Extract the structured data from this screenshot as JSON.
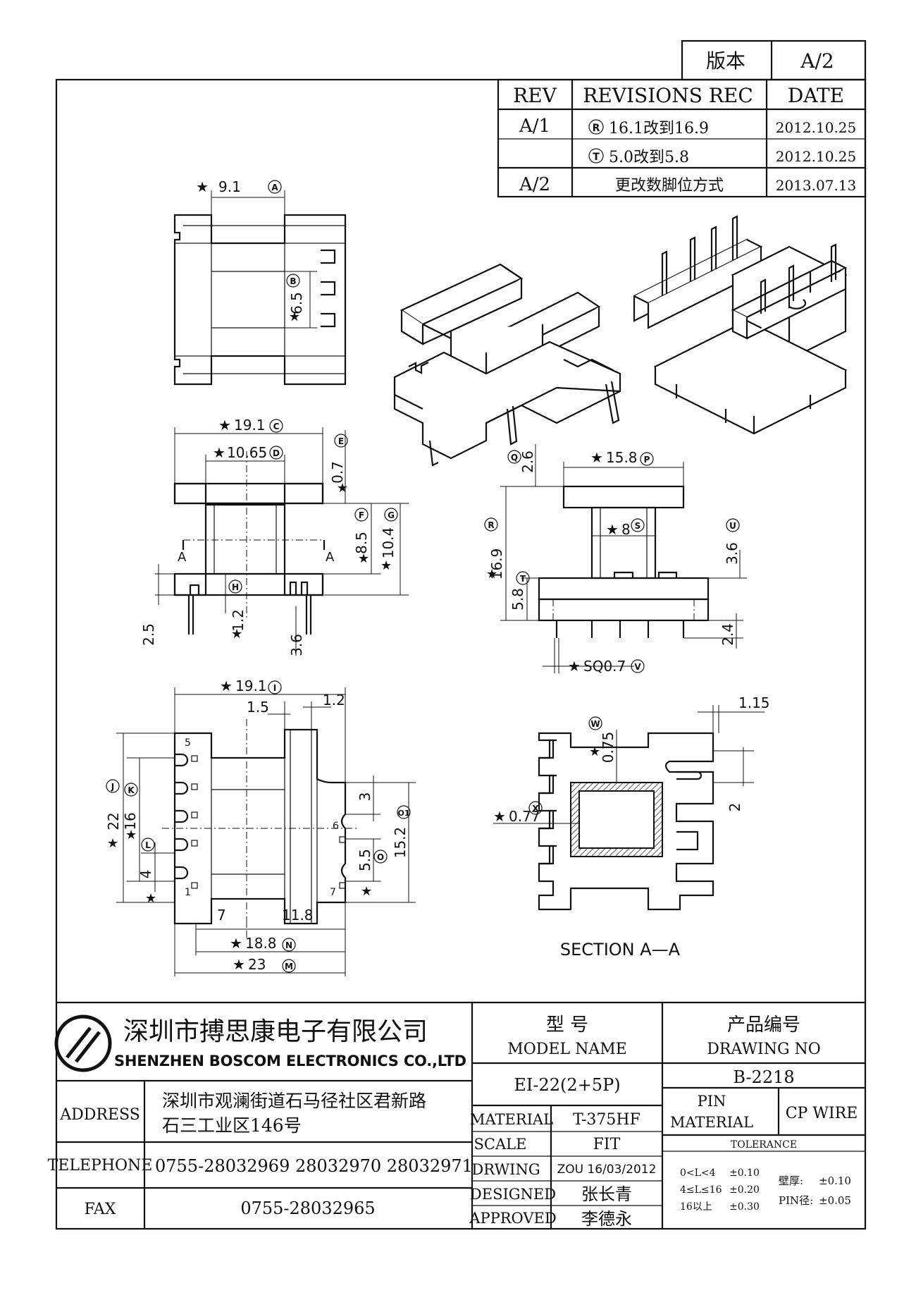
{
  "version_box": {
    "label": "版本",
    "value": "A/2"
  },
  "revisions": {
    "headers": [
      "REV",
      "REVISIONS REC",
      "DATE"
    ],
    "rows": [
      {
        "rev": "A/1",
        "symbol": "R",
        "text": "16.1改到16.9",
        "date": "2012.10.25"
      },
      {
        "rev": "",
        "symbol": "T",
        "text": "5.0改到5.8",
        "date": "2012.10.25"
      },
      {
        "rev": "A/2",
        "symbol": "",
        "text": "更改数脚位方式",
        "date": "2013.07.13"
      }
    ]
  },
  "dimensions": {
    "top_view": {
      "width": "9.1",
      "width_tag": "A",
      "slot": "6.5",
      "slot_tag": "B"
    },
    "front_view": {
      "flange": "19.1",
      "flange_tag": "C",
      "core": "10.65",
      "core_tag": "D",
      "flange_h": "0.7",
      "flange_h_tag": "E",
      "winding": "8.5",
      "winding_tag": "F",
      "height": "10.4",
      "height_tag": "G",
      "base": "1.2",
      "base_tag": "H",
      "pin_left": "2.5",
      "pin_right": "3.6",
      "section_mark": "A"
    },
    "side_view": {
      "gap": "2.6",
      "gap_tag": "Q",
      "flange": "15.8",
      "flange_tag": "P",
      "core": "8",
      "core_tag": "S",
      "height": "16.9",
      "height_tag": "R",
      "base": "5.8",
      "base_tag": "T",
      "shoulder": "3.6",
      "shoulder_tag": "U",
      "pin": "2.4",
      "pin_sq": "SQ0.7",
      "pin_sq_tag": "V"
    },
    "bottom_view": {
      "width": "19.1",
      "width_tag": "I",
      "w15": "1.5",
      "w12": "1.2",
      "h22": "22",
      "h22_tag": "J",
      "h16": "16",
      "h16_tag": "K",
      "h4": "4",
      "h4_tag": "L",
      "h3": "3",
      "h55": "5.5",
      "h55_tag": "O",
      "h152": "15.2",
      "h152_tag": "O1",
      "w7": "7",
      "w118": "11.8",
      "w188": "18.8",
      "w188_tag": "N",
      "w23": "23",
      "w23_tag": "M",
      "pin_labels": [
        "5",
        "1",
        "6",
        "7"
      ]
    },
    "section": {
      "t075": "0.75",
      "t075_tag": "W",
      "t077": "0.77",
      "t077_tag": "X",
      "w115": "1.15",
      "w2": "2",
      "title": "SECTION A—A"
    }
  },
  "title_block": {
    "company_cn": "深圳市搏思康电子有限公司",
    "company_en": "SHENZHEN BOSCOM ELECTRONICS CO.,LTD",
    "address_label": "ADDRESS",
    "address_line1": "深圳市观澜街道石马径社区君新路",
    "address_line2": "石三工业区146号",
    "telephone_label": "TELEPHONE",
    "telephone": "0755-28032969 28032970 28032971",
    "fax_label": "FAX",
    "fax": "0755-28032965",
    "model_cn": "型     号",
    "model_en": "MODEL NAME",
    "model_value": "EI-22(2+5P)",
    "drawing_cn": "产品编号",
    "drawing_en": "DRAWING NO",
    "drawing_value": "B-2218",
    "material_label": "MATERIAL",
    "material_value": "T-375HF",
    "pin_material_label1": "PIN",
    "pin_material_label2": "MATERIAL",
    "pin_material_value": "CP WIRE",
    "scale_label": "SCALE",
    "scale_value": "FIT",
    "drwing_label": "DRWING",
    "drwing_value": "ZOU 16/03/2012",
    "designed_label": "DESIGNED",
    "designed_value": "张长青",
    "approved_label": "APPROVED",
    "approved_value": "李德永",
    "tolerance_title": "TOLERANCE",
    "tol_rows": [
      {
        "range": "0<L<4",
        "value": "±0.10"
      },
      {
        "range": "4≤L≤16",
        "value": "±0.20"
      },
      {
        "range": "16以上",
        "value": "±0.30"
      }
    ],
    "wall_label": "壁厚:",
    "wall_value": "±0.10",
    "pin_label": "PIN径:",
    "pin_value": "±0.05"
  }
}
